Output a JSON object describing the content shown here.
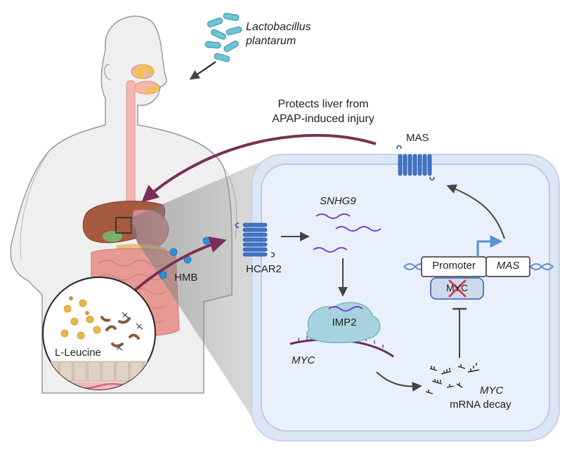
{
  "labels": {
    "bacterium_line1": "Lactobacillus",
    "bacterium_line2": "plantarum",
    "protects_line1": "Protects liver from",
    "protects_line2": "APAP-induced injury",
    "mas_receptor": "MAS",
    "snhg9": "SNHG9",
    "hcar2": "HCAR2",
    "hmb": "HMB",
    "promoter": "Promoter",
    "mas_gene": "MAS",
    "myc_factor": "MYC",
    "imp2": "IMP2",
    "myc_mrna": "MYC",
    "decay_line1": "MYC",
    "decay_line2": "mRNA decay",
    "leucine": "L-Leucine"
  },
  "colors": {
    "body_fill": "#efefef",
    "body_stroke": "#9a9a9a",
    "cell_fill": "#e6eefa",
    "cell_stroke": "#b9cde9",
    "arrow_maroon": "#7a2e55",
    "receptor_blue": "#3f74c9",
    "rna_purple": "#7a3bd0",
    "imp2_teal": "#a7d3df",
    "myc_red": "#d64545",
    "promoter_blue": "#5b8fd6",
    "bacteria_teal": "#4fb3c9",
    "hmb_dot": "#2f8fd8"
  }
}
